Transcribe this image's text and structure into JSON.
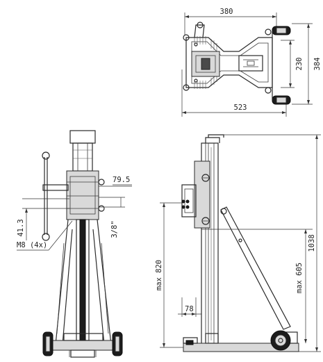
{
  "dimensions": {
    "top_width": "380",
    "top_depth": "230",
    "top_depth_outer": "384",
    "top_overall": "523",
    "front_offset": "79.5",
    "front_thread": "3/8\"",
    "front_height": "41.3",
    "front_screws": "M8 (4x)",
    "side_total": "1038",
    "side_max_stroke": "max 820",
    "side_max_reach": "max 605",
    "side_offset": "78"
  },
  "colors": {
    "line": "#2a2a2a",
    "frame_fill": "#d9d9d9",
    "dark_fill": "#4a4a4a",
    "tire": "#1c1c1c"
  }
}
